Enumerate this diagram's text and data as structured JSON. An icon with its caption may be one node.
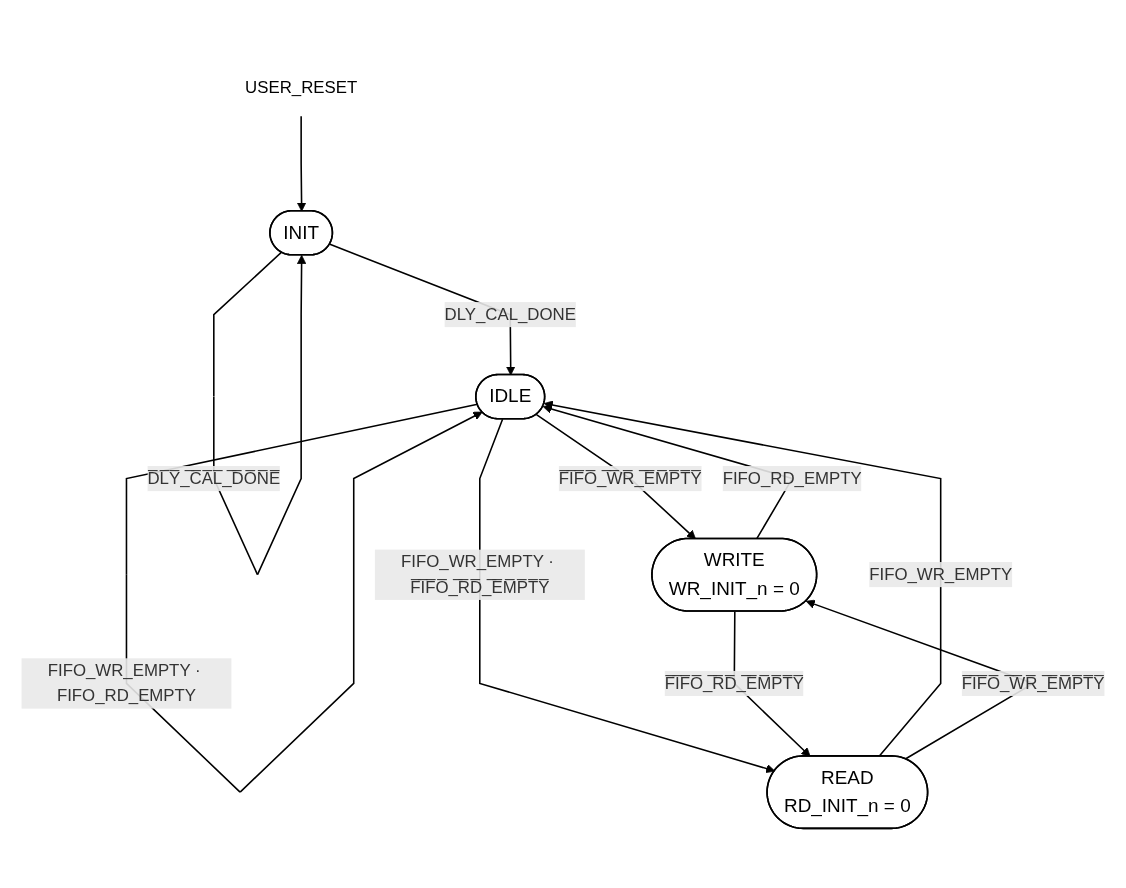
{
  "diagram": {
    "nodes": [
      {
        "text": [
          "INIT"
        ]
      },
      {
        "text": [
          "USER_RESET"
        ]
      },
      {
        "text": [
          "IDLE"
        ]
      },
      {
        "text": [
          "WRITE",
          "WR_INIT_n = 0"
        ]
      },
      {
        "text": [
          "READ",
          "RD_INIT_n = 0"
        ]
      }
    ],
    "edges": [
      {
        "from": 0,
        "to": 0,
        "arrow": "to",
        "label": "D̅L̅Y̅_̅C̅A̅L̅_̅D̅O̅N̅E̅"
      },
      {
        "from": 1,
        "to": 0,
        "arrow": "to"
      },
      {
        "from": 0,
        "to": 2,
        "arrow": "to",
        "label": "DLY_CAL_DONE"
      },
      {
        "from": 2,
        "to": 2,
        "arrow": "to",
        "label": "FIFO_WR_EMPTY · FIFO_RD_EMPTY"
      },
      {
        "from": 2,
        "to": 3,
        "arrow": "to",
        "label": "F̅I̅F̅O̅_̅W̅R̅_̅E̅M̅P̅T̅Y̅"
      },
      {
        "from": 3,
        "to": 2,
        "arrow": "to",
        "label": "FIFO_RD_EMPTY"
      },
      {
        "from": 2,
        "to": 4,
        "arrow": "to",
        "label": "FIFO_WR_EMPTY · F̅I̅F̅O̅_̅R̅D̅_̅E̅M̅P̅T̅Y̅"
      },
      {
        "from": 4,
        "to": 2,
        "arrow": "to",
        "label": "FIFO_WR_EMPTY"
      },
      {
        "from": 4,
        "to": 3,
        "arrow": "to",
        "label": "F̅I̅F̅O̅_̅W̅R̅_̅E̅M̅P̅T̅Y̅"
      },
      {
        "from": 3,
        "to": 4,
        "arrow": "to",
        "label": "F̅I̅F̅O̅_̅R̅D̅_̅E̅M̅P̅T̅Y̅"
      }
    ]
  }
}
